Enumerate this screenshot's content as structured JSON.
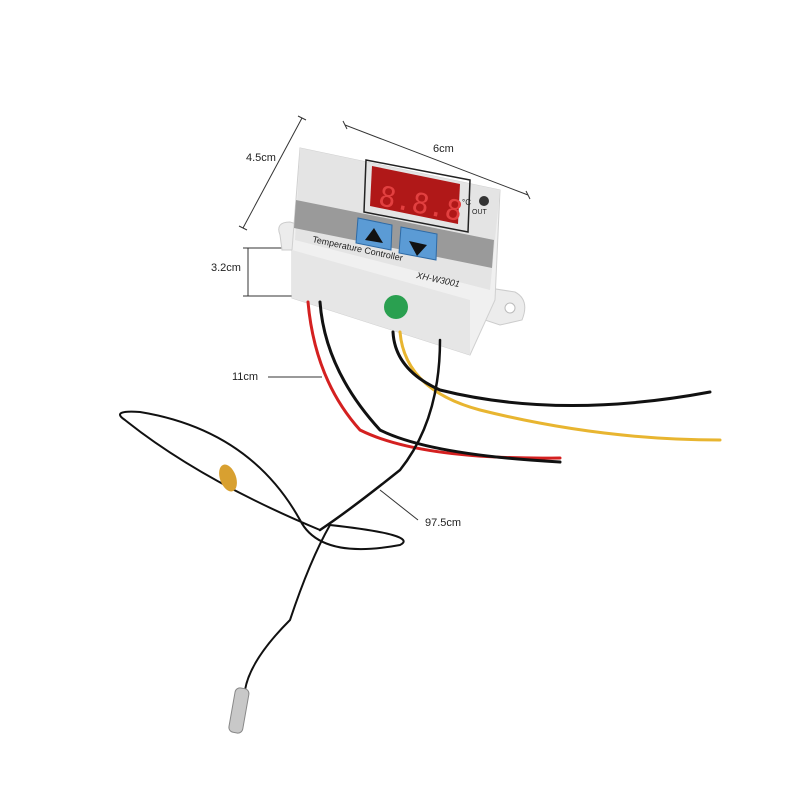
{
  "product": {
    "label": "Temperature Controller",
    "model": "XH-W3001",
    "display_digits": "8.8.8",
    "unit": "°C",
    "out_label": "OUT"
  },
  "dimensions": {
    "height": "4.5cm",
    "width": "6cm",
    "depth": "3.2cm",
    "wire_length": "11cm",
    "probe_length": "97.5cm"
  },
  "colors": {
    "casing": "#f2f2f2",
    "panel": "#c9c9c9",
    "display": "#b01818",
    "buttons": "#5b9bd5",
    "wire_red": "#d42020",
    "wire_yellow": "#e8b530",
    "wire_black": "#111111"
  }
}
